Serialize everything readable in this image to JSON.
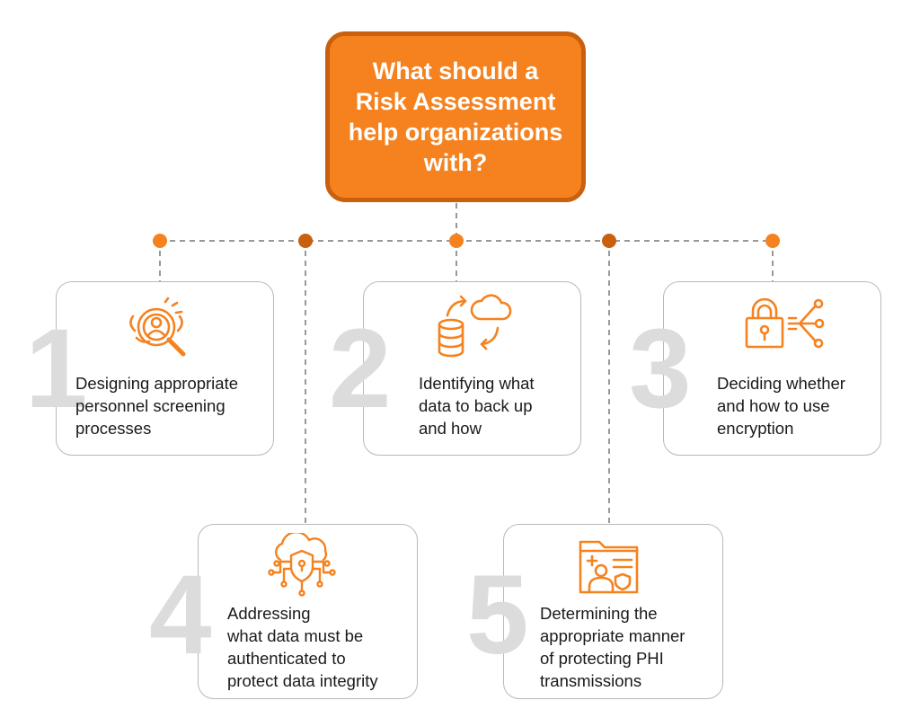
{
  "title": "What should a\nRisk Assessment\nhelp organizations\nwith?",
  "colors": {
    "accent": "#f5821f",
    "accent_dark": "#c9600d",
    "number": "#dcdcdc",
    "connector": "#777777"
  },
  "items": [
    {
      "number": "1",
      "text": "Designing appropriate\npersonnel screening\nprocesses",
      "icon": "person-search-icon"
    },
    {
      "number": "2",
      "text": "Identifying what\ndata to back up\nand how",
      "icon": "database-cloud-sync-icon"
    },
    {
      "number": "3",
      "text": "Deciding whether\nand how to use\nencryption",
      "icon": "padlock-network-icon"
    },
    {
      "number": "4",
      "text": "Addressing\nwhat data must be\nauthenticated to\nprotect data integrity",
      "icon": "cloud-shield-circuit-icon"
    },
    {
      "number": "5",
      "text": "Determining the\nappropriate manner\nof protecting PHI\ntransmissions",
      "icon": "medical-folder-icon"
    }
  ]
}
